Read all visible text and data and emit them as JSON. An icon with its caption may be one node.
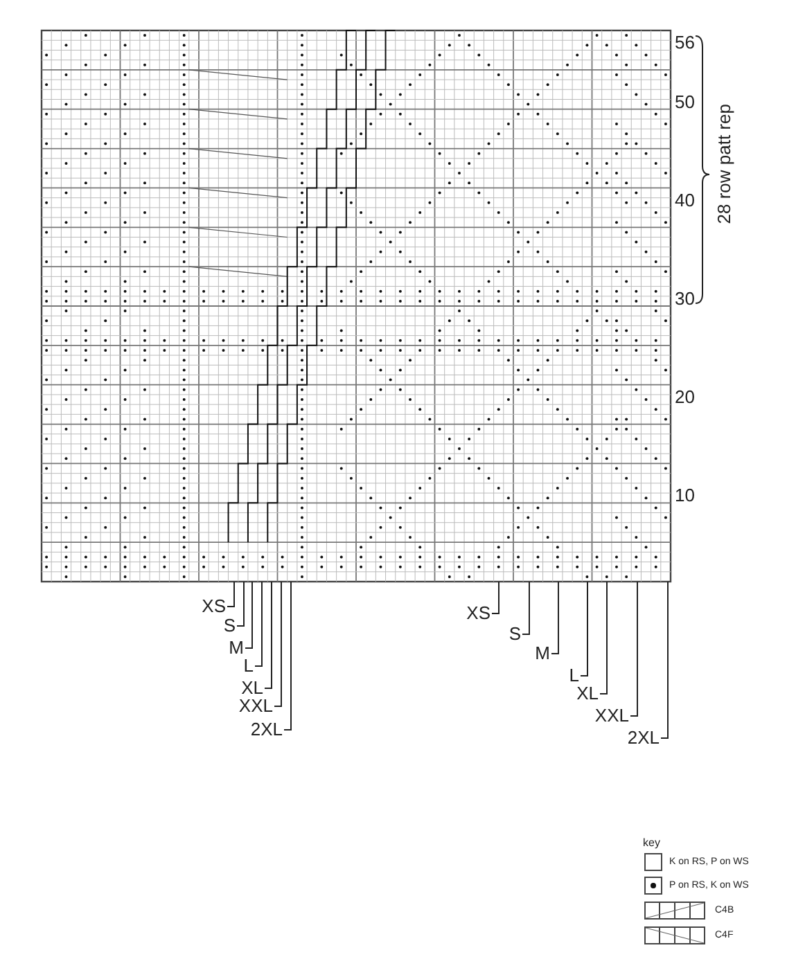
{
  "diagram": {
    "nodes": [
      {
        "text": [],
        "shape": "grid"
      },
      {
        "text": [
          "XS"
        ]
      },
      {
        "text": [
          "S"
        ]
      },
      {
        "text": [
          "M"
        ]
      },
      {
        "text": [
          "L"
        ]
      },
      {
        "text": [
          "XL"
        ]
      },
      {
        "text": [
          "XXL"
        ]
      },
      {
        "text": [
          "2XL"
        ]
      },
      {
        "text": [
          "XS"
        ]
      },
      {
        "text": [
          "S"
        ]
      },
      {
        "text": [
          "M"
        ]
      },
      {
        "text": [
          "L"
        ]
      },
      {
        "text": [
          "XL"
        ]
      },
      {
        "text": [
          "XXL"
        ]
      },
      {
        "text": [
          "2XL"
        ]
      }
    ],
    "edges": [
      {
        "from": 1,
        "to": 0,
        "arrow": "none"
      },
      {
        "from": 2,
        "to": 0,
        "arrow": "none"
      },
      {
        "from": 3,
        "to": 0,
        "arrow": "none"
      },
      {
        "from": 4,
        "to": 0,
        "arrow": "none"
      },
      {
        "from": 5,
        "to": 0,
        "arrow": "none"
      },
      {
        "from": 6,
        "to": 0,
        "arrow": "none"
      },
      {
        "from": 7,
        "to": 0,
        "arrow": "none"
      },
      {
        "from": 8,
        "to": 0,
        "arrow": "none"
      },
      {
        "from": 9,
        "to": 0,
        "arrow": "none"
      },
      {
        "from": 10,
        "to": 0,
        "arrow": "none"
      },
      {
        "from": 11,
        "to": 0,
        "arrow": "none"
      },
      {
        "from": 12,
        "to": 0,
        "arrow": "none"
      },
      {
        "from": 13,
        "to": 0,
        "arrow": "none"
      },
      {
        "from": 14,
        "to": 0,
        "arrow": "none"
      }
    ],
    "labels": [
      "56",
      "50",
      "40",
      "30",
      "20",
      "10",
      "28 row patt rep",
      "key"
    ],
    "legend": [
      {
        "text": "K on RS, P on WS"
      },
      {
        "text": "P on RS, K on WS"
      },
      {
        "text": "C4B"
      },
      {
        "text": "C4F"
      }
    ]
  }
}
